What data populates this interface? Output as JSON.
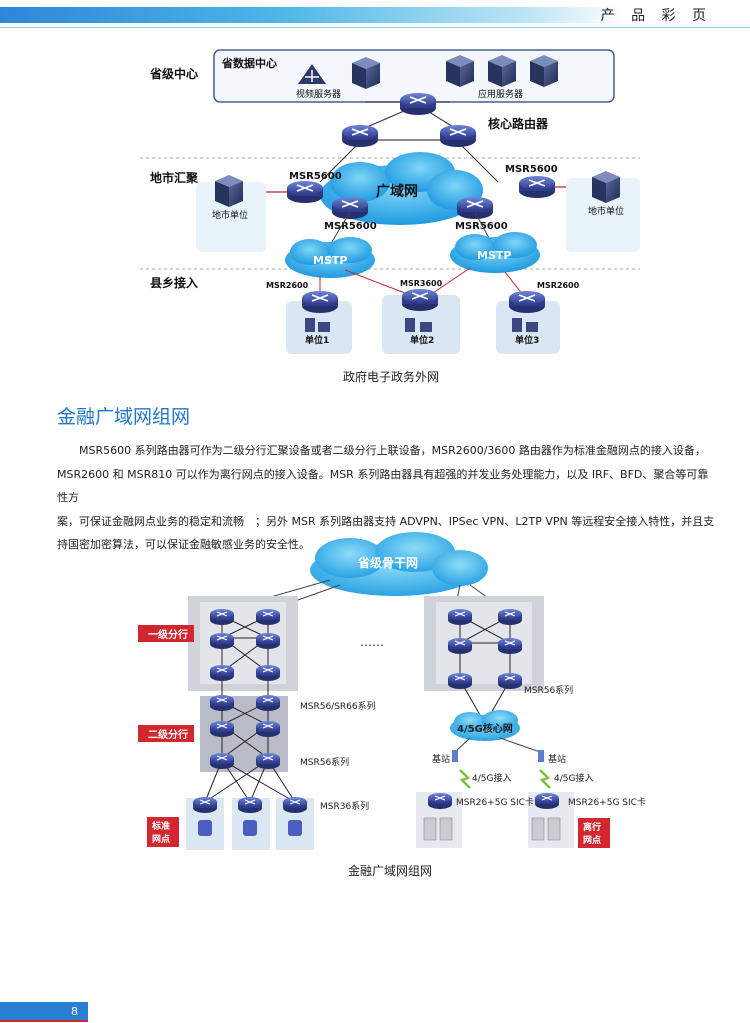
{
  "header": {
    "title": "产 品 彩 页"
  },
  "diagram1": {
    "left_labels": [
      "省级中心",
      "地市汇聚",
      "县乡接入"
    ],
    "datacenter_label": "省数据中心",
    "video_server": "视频服务器",
    "app_server": "应用服务器",
    "core_router": "核心路由器",
    "wan": "广域网",
    "msr5600_a": "MSR5600",
    "msr5600_b": "MSR5600",
    "msr5600_c": "MSR5600",
    "msr5600_d": "MSR5600",
    "city_unit_left": "地市单位",
    "city_unit_right": "地市单位",
    "mstp_left": "MSTP",
    "mstp_right": "MSTP",
    "msr2600_left": "MSR2600",
    "msr3600": "MSR3600",
    "msr2600_right": "MSR2600",
    "unit1": "单位1",
    "unit2": "单位2",
    "unit3": "单位3",
    "caption": "政府电子政务外网"
  },
  "section": {
    "title": "金融广域网组网",
    "lines": [
      "MSR5600 系列路由器可作为二级分行汇聚设备或者二级分行上联设备，MSR2600/3600 路由器作为标准金融网点的接入设备，",
      "MSR2600 和 MSR810 可以作为离行网点的接入设备。MSR 系列路由器具有超强的并发业务处理能力，以及 IRF、BFD、聚合等可靠性方",
      "案，可保证金融网点业务的稳定和流畅　；另外 MSR 系列路由器支持 ADVPN、IPSec VPN、L2TP VPN 等远程安全接入特性，并且支",
      "持国密加密算法，可以保证金融敏感业务的安全性。"
    ]
  },
  "diagram2": {
    "backbone": "省级骨干网",
    "tier1": "一级分行",
    "tier2": "二级分行",
    "ellipsis": "……",
    "msr56_sr66": "MSR56/SR66系列",
    "msr56_left": "MSR56系列",
    "msr36": "MSR36系列",
    "msr56_right": "MSR56系列",
    "core_net": "4/5G核心网",
    "base_station_left": "基站",
    "base_station_right": "基站",
    "access_left": "4/5G接入",
    "access_right": "4/5G接入",
    "sic_left": "MSR26+5G SIC卡",
    "sic_right": "MSR26+5G SIC卡",
    "standard_branch": [
      "标准",
      "网点"
    ],
    "offsite_branch": [
      "离行",
      "网点"
    ],
    "caption": "金融广域网组网"
  },
  "footer": {
    "page": "8"
  },
  "colors": {
    "accent_blue": "#1f78c8",
    "tag_red": "#d0282e",
    "router_blue": "#3b4aa8"
  }
}
